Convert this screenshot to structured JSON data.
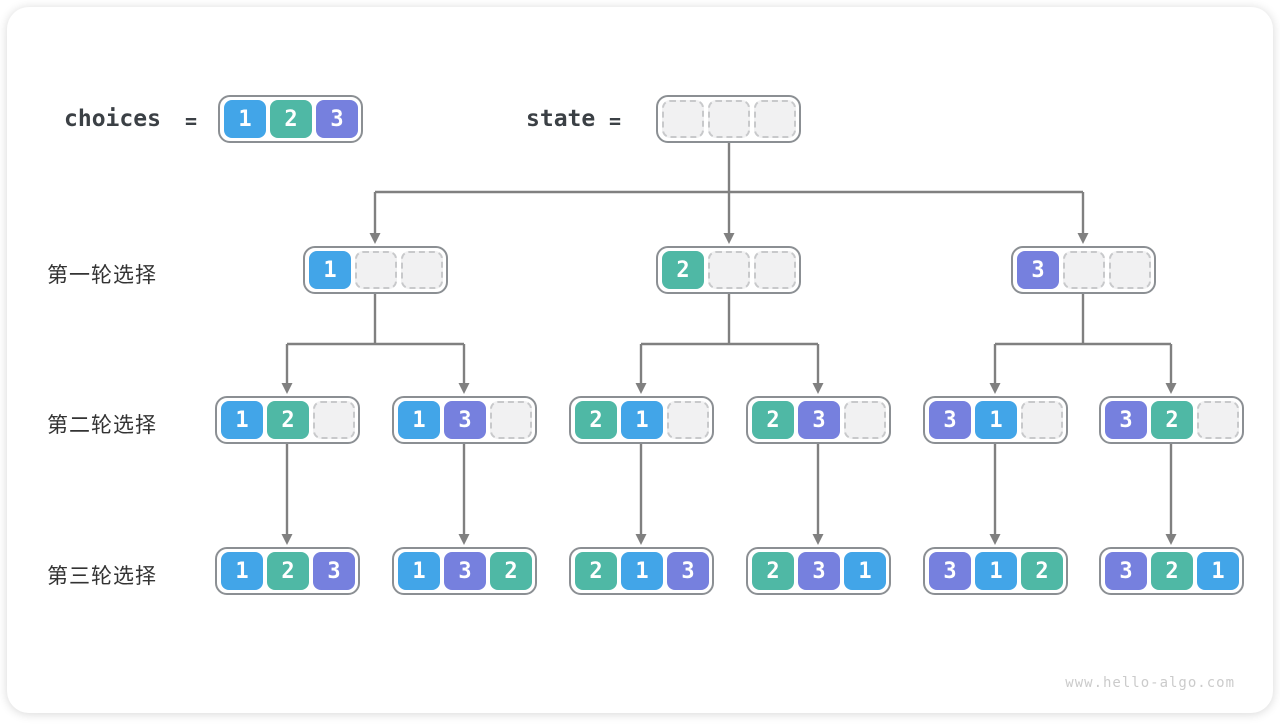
{
  "header": {
    "choices_label": "choices",
    "state_label": "state",
    "equals": "=",
    "choices": [
      1,
      2,
      3
    ],
    "state": [
      null,
      null,
      null
    ]
  },
  "row_labels": [
    "第一轮选择",
    "第二轮选择",
    "第三轮选择"
  ],
  "tree": {
    "r1": [
      [
        1,
        null,
        null
      ],
      [
        2,
        null,
        null
      ],
      [
        3,
        null,
        null
      ]
    ],
    "r2": [
      [
        1,
        2,
        null
      ],
      [
        1,
        3,
        null
      ],
      [
        2,
        1,
        null
      ],
      [
        2,
        3,
        null
      ],
      [
        3,
        1,
        null
      ],
      [
        3,
        2,
        null
      ]
    ],
    "r3": [
      [
        1,
        2,
        3
      ],
      [
        1,
        3,
        2
      ],
      [
        2,
        1,
        3
      ],
      [
        2,
        3,
        1
      ],
      [
        3,
        1,
        2
      ],
      [
        3,
        2,
        1
      ]
    ]
  },
  "colors": {
    "1": "#42a5e8",
    "2": "#4fb8a5",
    "3": "#7680de"
  },
  "watermark": "www.hello-algo.com"
}
